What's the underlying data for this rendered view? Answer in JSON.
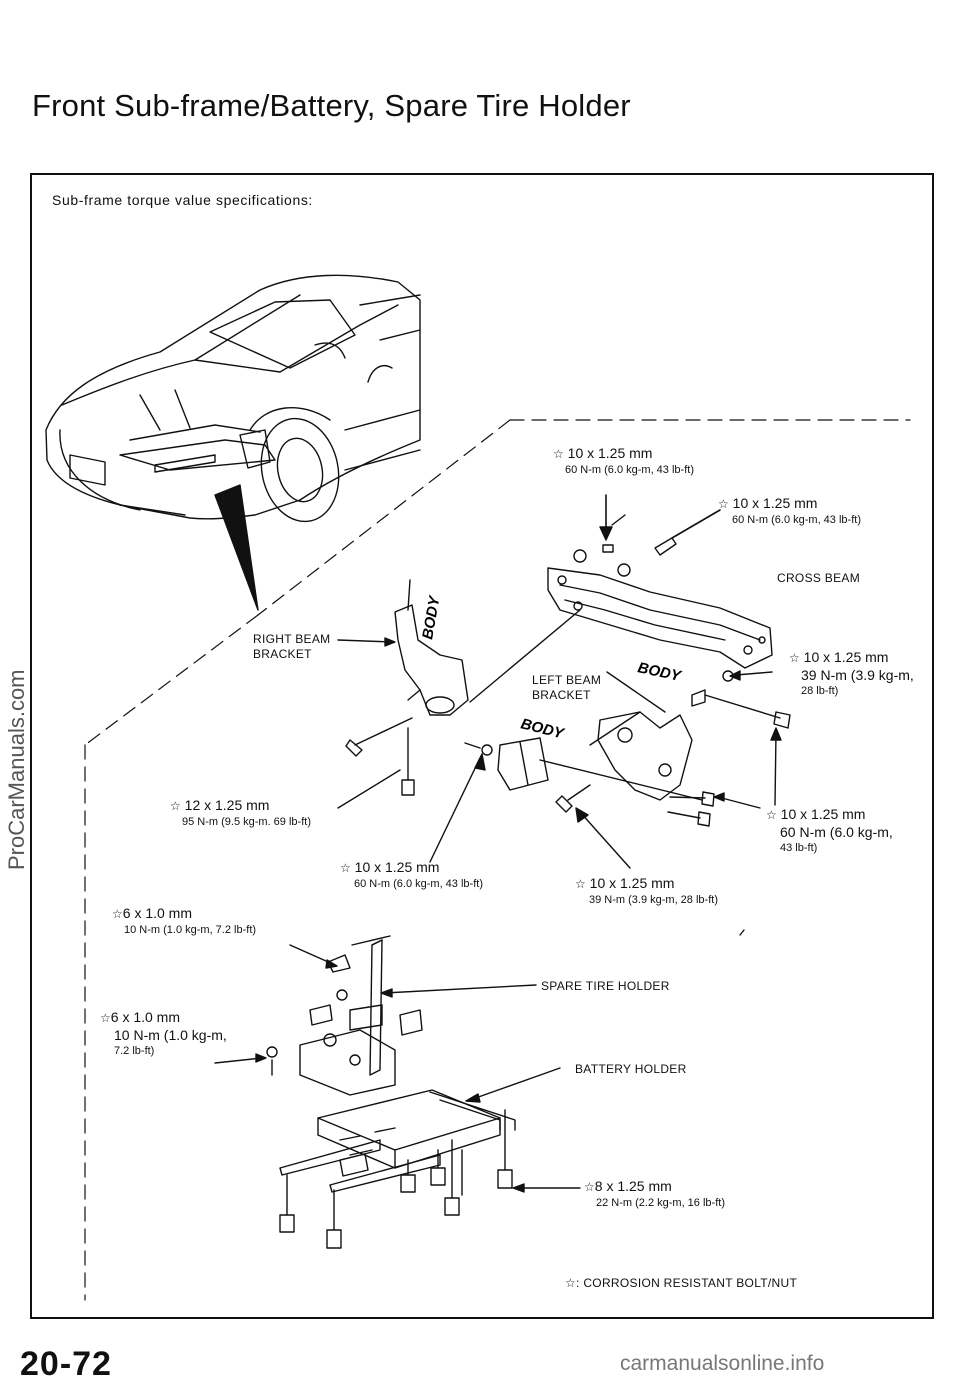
{
  "page": {
    "title": "Front Sub-frame/Battery, Spare Tire Holder",
    "subheading": "Sub-frame torque value specifications:",
    "page_number": "20-72",
    "watermark_left": "ProCarManuals.com",
    "watermark_right": "carmanualsonline.info"
  },
  "body_labels": [
    "BODY",
    "BODY",
    "BODY"
  ],
  "parts": {
    "cross_beam": "CROSS BEAM",
    "right_beam_bracket_1": "RIGHT BEAM",
    "right_beam_bracket_2": "BRACKET",
    "left_beam_bracket_1": "LEFT BEAM",
    "left_beam_bracket_2": "BRACKET",
    "spare_tire_holder": "SPARE TIRE HOLDER",
    "battery_holder": "BATTERY HOLDER"
  },
  "specs": {
    "s1": {
      "size": "10 x 1.25 mm",
      "torque": "60 N-m (6.0 kg-m, 43 lb-ft)"
    },
    "s2": {
      "size": "10 x 1.25 mm",
      "torque": "60 N-m (6.0 kg-m, 43 lb-ft)"
    },
    "s3": {
      "size": "10 x 1.25 mm",
      "torque_a": "39 N-m (3.9 kg-m,",
      "torque_b": "28 lb-ft)"
    },
    "s4": {
      "size": "12 x 1.25 mm",
      "torque": "95 N-m (9.5 kg-m. 69 lb-ft)"
    },
    "s5": {
      "size": "10 x 1.25 mm",
      "torque_a": "60 N-m (6.0 kg-m,",
      "torque_b": "43 lb-ft)"
    },
    "s6": {
      "size": "10 x 1.25 mm",
      "torque": "60 N-m (6.0 kg-m, 43 lb-ft)"
    },
    "s7": {
      "size": "10 x 1.25 mm",
      "torque": "39 N-m (3.9 kg-m, 28 lb-ft)"
    },
    "s8": {
      "size": "6 x 1.0 mm",
      "torque": "10 N-m (1.0 kg-m, 7.2 lb-ft)"
    },
    "s9": {
      "size": "6 x 1.0 mm",
      "torque_a": "10 N-m (1.0 kg-m,",
      "torque_b": "7.2 lb-ft)"
    },
    "s10": {
      "size": "8 x 1.25 mm",
      "torque": "22 N-m (2.2 kg-m, 16 lb-ft)"
    }
  },
  "legend": {
    "symbol": "☆:",
    "text": "CORROSION RESISTANT BOLT/NUT"
  },
  "icons": {
    "star": "☆"
  }
}
